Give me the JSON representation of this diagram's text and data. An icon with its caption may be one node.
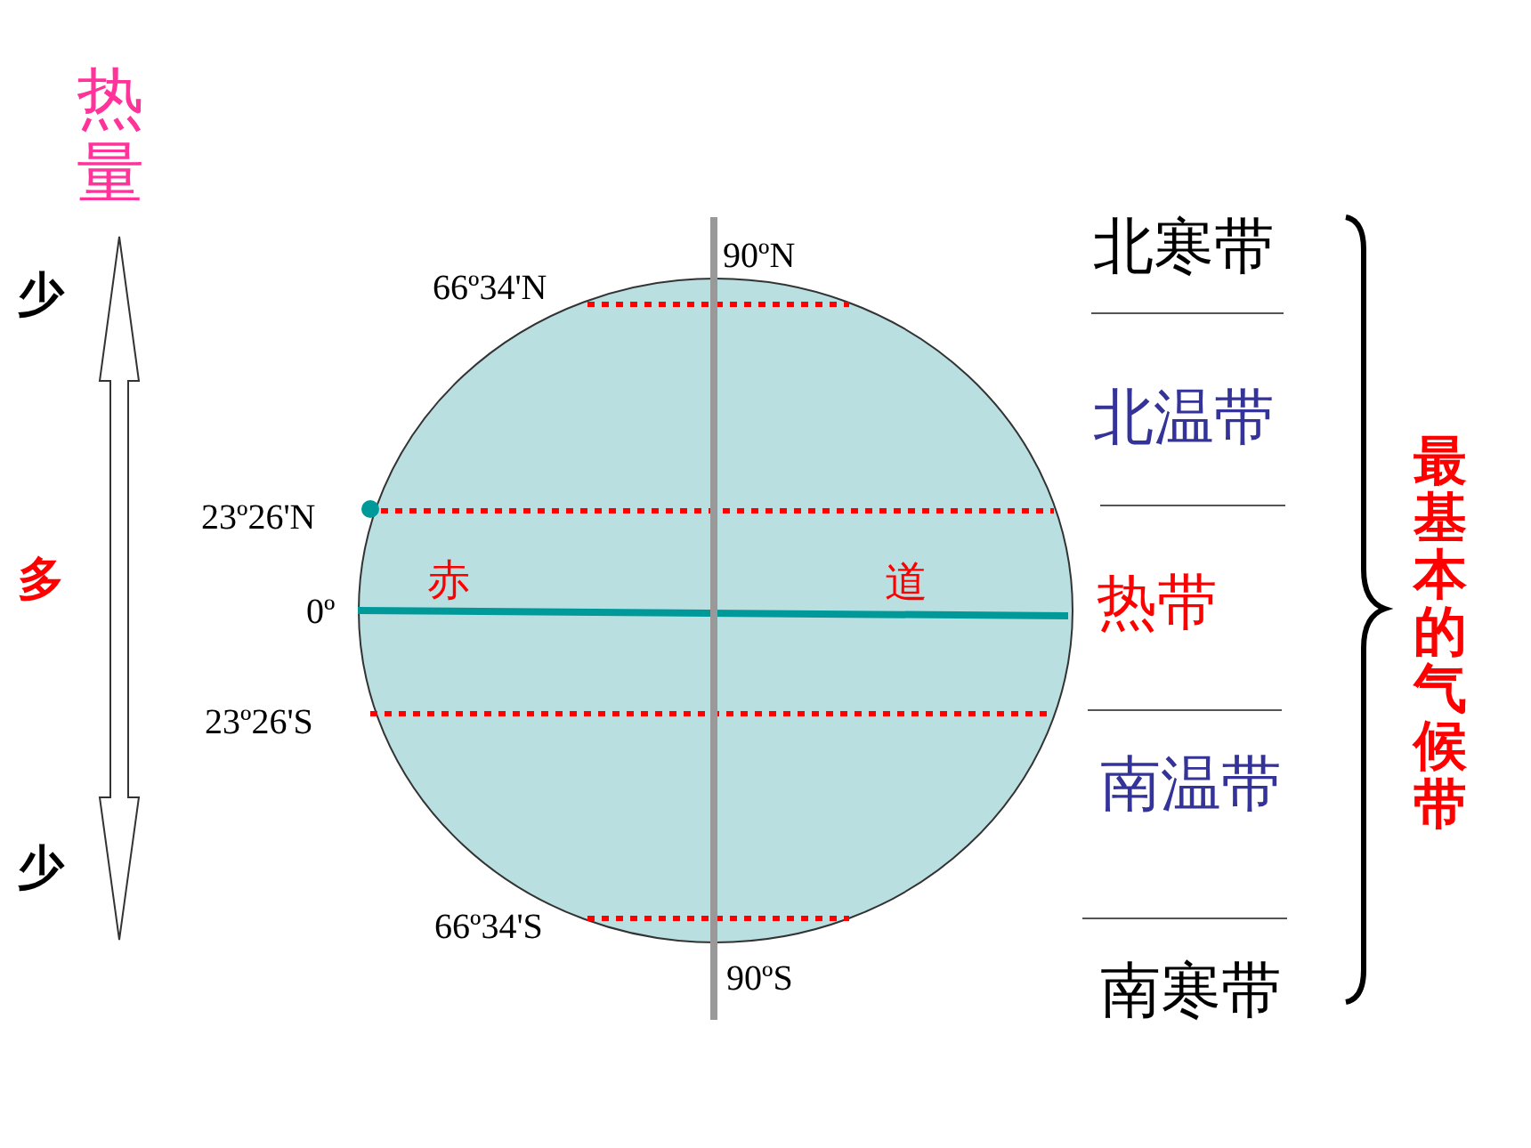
{
  "diagram": {
    "nodes": [
      {
        "text": [
          "赤",
          "道"
        ]
      }
    ],
    "edges": [],
    "labels": [
      "热量",
      "90ºN",
      "北寒带",
      "少",
      "66º34'N",
      "北温带",
      "23º26'N",
      "多",
      "最基本的气候带",
      "0º",
      "热带",
      "23º26'S",
      "南温带",
      "少",
      "66º34'S",
      "90ºS",
      "南寒带"
    ]
  }
}
